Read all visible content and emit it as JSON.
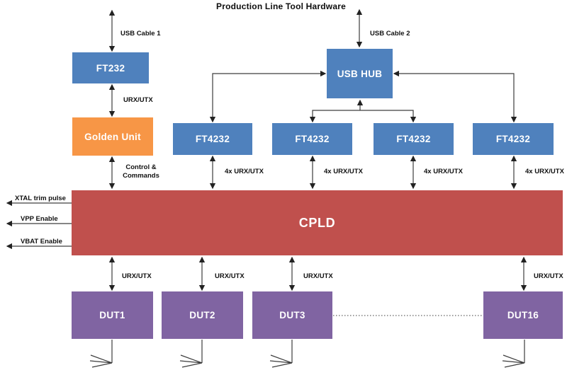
{
  "title": "Production Line Tool Hardware",
  "palette": {
    "blue": "#4f81bd",
    "orange": "#f79646",
    "red": "#c0504d",
    "purple": "#8064a2",
    "wire": "#3d3d3d"
  },
  "blocks": {
    "ft232": "FT232",
    "golden_unit": "Golden Unit",
    "usb_hub": "USB HUB",
    "ft4232": "FT4232",
    "cpld": "CPLD",
    "dut1": "DUT1",
    "dut2": "DUT2",
    "dut3": "DUT3",
    "dut16": "DUT16"
  },
  "labels": {
    "usb_cable_1": "USB Cable 1",
    "usb_cable_2": "USB Cable 2",
    "urx_utx": "URX/UTX",
    "four_x_urx_utx": "4x URX/UTX",
    "control_commands": "Control &\nCommands",
    "xtal_trim_pulse": "XTAL trim pulse",
    "vpp_enable": "VPP Enable",
    "vbat_enable": "VBAT Enable"
  }
}
